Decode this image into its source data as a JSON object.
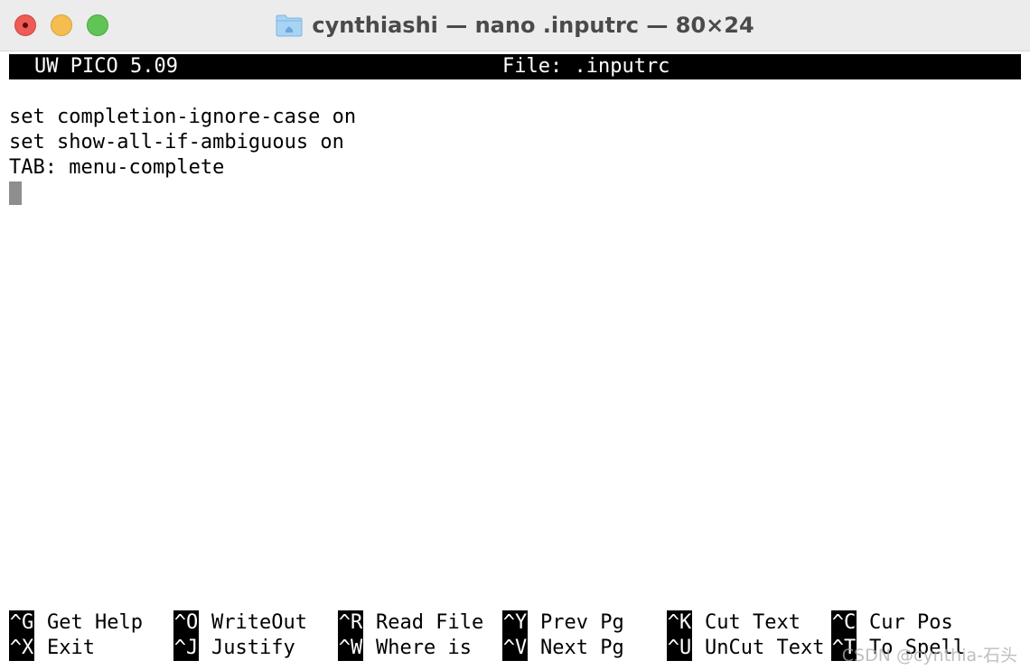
{
  "window": {
    "title": "cynthiashi — nano .inputrc — 80×24",
    "folder_icon": "home-folder-icon"
  },
  "editor": {
    "version": "UW PICO 5.09",
    "file_label": "File: .inputrc",
    "lines": [
      "set completion-ignore-case on",
      "set show-all-if-ambiguous on",
      "TAB: menu-complete"
    ]
  },
  "shortcuts": {
    "row1": [
      {
        "key": "^G",
        "label": "Get Help"
      },
      {
        "key": "^O",
        "label": "WriteOut"
      },
      {
        "key": "^R",
        "label": "Read File"
      },
      {
        "key": "^Y",
        "label": "Prev Pg"
      },
      {
        "key": "^K",
        "label": "Cut Text"
      },
      {
        "key": "^C",
        "label": "Cur Pos"
      }
    ],
    "row2": [
      {
        "key": "^X",
        "label": "Exit"
      },
      {
        "key": "^J",
        "label": "Justify"
      },
      {
        "key": "^W",
        "label": "Where is"
      },
      {
        "key": "^V",
        "label": "Next Pg"
      },
      {
        "key": "^U",
        "label": "UnCut Text"
      },
      {
        "key": "^T",
        "label": "To Spell"
      }
    ]
  },
  "watermark": "CSDN @cynthia-石头",
  "colors": {
    "close": "#ee5c55",
    "minimize": "#f5bd4f",
    "maximize": "#60c555",
    "terminal_bg": "#ffffff",
    "bar_bg": "#000000"
  }
}
